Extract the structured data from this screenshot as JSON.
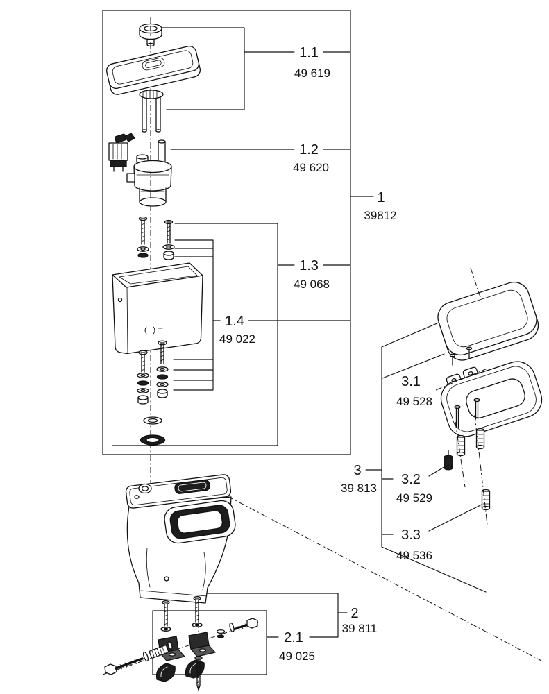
{
  "figure": {
    "background": "#ffffff",
    "line_color": "#111111",
    "groups": [
      {
        "id": "1",
        "part_number": "39812",
        "items": [
          {
            "id": "1.1",
            "part_number": "49 619"
          },
          {
            "id": "1.2",
            "part_number": "49 620"
          },
          {
            "id": "1.3",
            "part_number": "49 068"
          },
          {
            "id": "1.4",
            "part_number": "49 022"
          }
        ]
      },
      {
        "id": "2",
        "part_number": "39 811",
        "items": [
          {
            "id": "2.1",
            "part_number": "49 025"
          }
        ]
      },
      {
        "id": "3",
        "part_number": "39 813",
        "items": [
          {
            "id": "3.1",
            "part_number": "49 528"
          },
          {
            "id": "3.2",
            "part_number": "49 529"
          },
          {
            "id": "3.3",
            "part_number": "49 536"
          }
        ]
      }
    ]
  }
}
